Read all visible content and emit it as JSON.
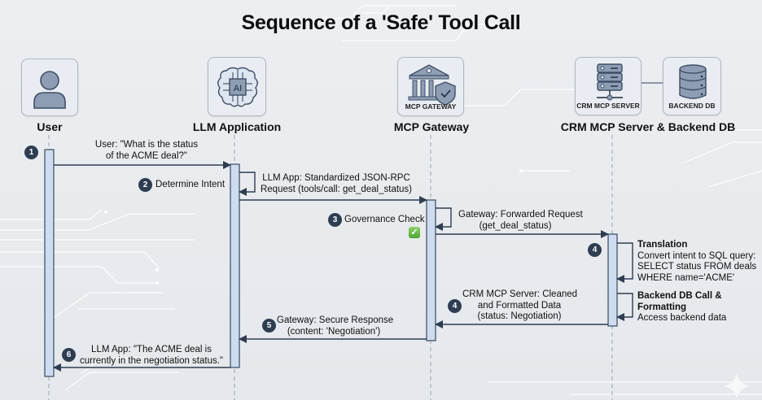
{
  "title": "Sequence of a 'Safe' Tool Call",
  "actors": [
    {
      "id": "user",
      "label": "User",
      "icon": "user-icon"
    },
    {
      "id": "llm",
      "label": "LLM Application",
      "icon": "ai-brain-icon"
    },
    {
      "id": "gateway",
      "label": "MCP Gateway",
      "icon": "gateway-shield-icon",
      "box_caption": "MCP GATEWAY"
    },
    {
      "id": "crm",
      "label": "CRM MCP Server & Backend DB",
      "icons": [
        {
          "icon": "server-icon",
          "box_caption": "CRM MCP SERVER"
        },
        {
          "icon": "database-icon",
          "box_caption": "BACKEND DB"
        }
      ]
    }
  ],
  "steps": [
    {
      "number": "1",
      "from": "user",
      "to": "llm",
      "lines": [
        "User: \"What is the status",
        "of the ACME deal?\""
      ]
    },
    {
      "number": "2",
      "type": "self",
      "actor": "llm",
      "label": "Determine Intent"
    },
    {
      "from": "llm",
      "to": "gateway",
      "lines": [
        "LLM App: Standardized JSON-RPC",
        "Request (tools/call: get_deal_status)"
      ]
    },
    {
      "number": "3",
      "type": "self",
      "actor": "gateway",
      "label": "Governance Check",
      "status_icon": "check-icon"
    },
    {
      "from": "gateway",
      "to": "crm",
      "lines": [
        "Gateway: Forwarded Request",
        "(get_deal_status)"
      ]
    },
    {
      "number": "4",
      "type": "self",
      "actor": "crm",
      "title": "Translation",
      "lines": [
        "Convert intent to SQL query:",
        "SELECT status FROM deals",
        "WHERE name='ACME'"
      ]
    },
    {
      "type": "self",
      "actor": "crm",
      "title_lines": [
        "Backend DB Call &",
        "Formatting"
      ],
      "lines": [
        "Access backend data"
      ]
    },
    {
      "number": "4",
      "from": "crm",
      "to": "gateway",
      "lines": [
        "CRM MCP Server: Cleaned",
        "and Formatted Data",
        "(status: Negotiation)"
      ]
    },
    {
      "number": "5",
      "from": "gateway",
      "to": "llm",
      "lines": [
        "Gateway: Secure Response",
        "(content: 'Negotiation')"
      ]
    },
    {
      "number": "6",
      "from": "llm",
      "to": "user",
      "lines": [
        "LLM App: \"The ACME deal is",
        "currently in the negotiation status.\""
      ]
    }
  ],
  "colors": {
    "arrow": "#2e3d52",
    "activation_fill": "#cddcef",
    "activation_stroke": "#3a4a60",
    "badge": "#2e3d52",
    "check": "#5cb53a",
    "icon_fill": "#8a9bb3",
    "icon_stroke": "#3e4e66"
  }
}
